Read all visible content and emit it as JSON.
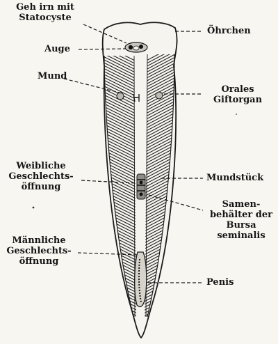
{
  "labels": {
    "brain": [
      "Geh irn mit",
      "Statocyste"
    ],
    "eye": [
      "Auge"
    ],
    "mouth": [
      "Mund"
    ],
    "female_opening": [
      "Weibliche",
      "Geschlechts-",
      "öffnung"
    ],
    "male_opening": [
      "Männliche",
      "Geschlechts-",
      "öffnung"
    ],
    "auricle": [
      "Öhrchen"
    ],
    "oral_venom_organ": [
      "Orales",
      "Giftorgan"
    ],
    "mouthpiece": [
      "Mundstück"
    ],
    "seminal_receptacle": [
      "Samen-",
      "behälter der",
      "Bursa",
      "seminalis"
    ],
    "penis": [
      "Penis"
    ]
  },
  "colors": {
    "ink": "#1a1a1a",
    "paper": "#f7f6f1"
  }
}
